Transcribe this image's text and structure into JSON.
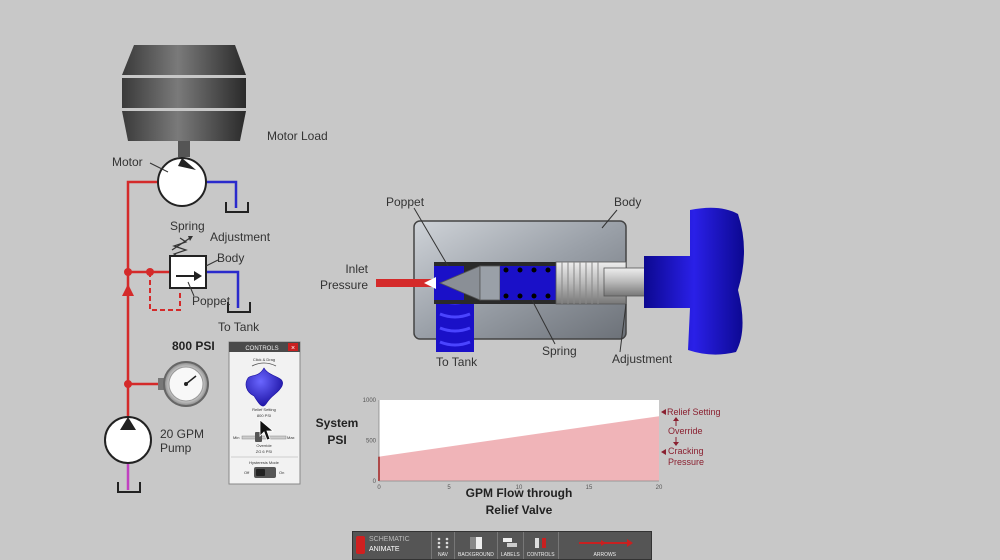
{
  "hydraulic_circuit": {
    "motor_load_label": "Motor Load",
    "motor_label": "Motor",
    "spring_label": "Spring",
    "adjustment_label": "Adjustment",
    "body_label": "Body",
    "poppet_label": "Poppet",
    "to_tank_label": "To Tank",
    "pressure_readout": "800 PSI",
    "pump_flow_label": "20 GPM",
    "pump_label": "Pump"
  },
  "controls_panel": {
    "title": "CONTROLS",
    "knob_caption": "Click & Drag",
    "relief_setting_label": "Relief Setting",
    "relief_setting_value": "800 PSI",
    "slider_min": "Min",
    "slider_max": "Max",
    "override_label": "Override",
    "override_value": "ZG 6 PSI",
    "hysteresis_label": "Hysteresis Mode",
    "toggle_off": "Off",
    "toggle_on": "On"
  },
  "cutaway": {
    "poppet_label": "Poppet",
    "body_label": "Body",
    "inlet_label_line1": "Inlet",
    "inlet_label_line2": "Pressure",
    "to_tank_label": "To Tank",
    "spring_label": "Spring",
    "adjustment_label": "Adjustment"
  },
  "chart_data": {
    "type": "area",
    "title": "",
    "ylabel_line1": "System",
    "ylabel_line2": "PSI",
    "xlabel_line1": "GPM Flow through",
    "xlabel_line2": "Relief Valve",
    "xlim": [
      0,
      20
    ],
    "ylim": [
      0,
      1000
    ],
    "x_ticks": [
      "0",
      "5",
      "10",
      "15",
      "20"
    ],
    "y_ticks": [
      "1000",
      "500",
      "0"
    ],
    "series": [
      {
        "x": [
          0,
          20
        ],
        "y": [
          300,
          800
        ]
      }
    ],
    "right_annotations": {
      "relief_setting": "Relief Setting",
      "override": "Override",
      "cracking_line1": "Cracking",
      "cracking_line2": "Pressure"
    },
    "fill_color": "#f0b4b8",
    "grid": false
  },
  "toolbar": {
    "mode_off": "SCHEMATIC",
    "mode_on": "ANIMATE",
    "nav": "NAV",
    "background": "BACKGROUND",
    "labels": "LABELS",
    "controls": "CONTROLS",
    "arrows": "ARROWS"
  },
  "colors": {
    "pressure_line": "#d42a2a",
    "tank_line": "#2a2acc",
    "pilot_line": "#d42a2a",
    "pump_suction": "#c040c0",
    "knob_blue": "#1a10c8",
    "chart_fill": "#f0b4b8"
  }
}
